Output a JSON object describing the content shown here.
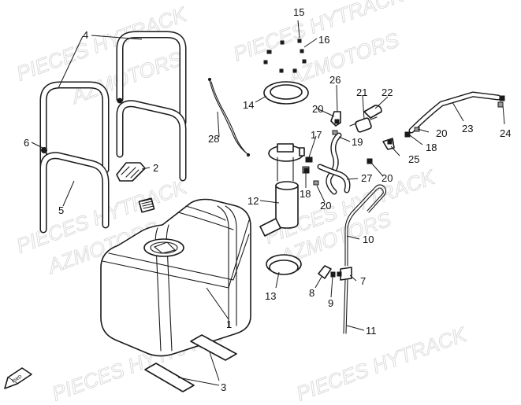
{
  "watermarks": [
    {
      "text": "PIECES HYTRACK"
    },
    {
      "text": "AZMOTORS"
    }
  ],
  "callouts": {
    "p1": "1",
    "p2": "2",
    "p3": "3",
    "p4": "4",
    "p5": "5",
    "p6": "6",
    "p7": "7",
    "p8": "8",
    "p9": "9",
    "p10": "10",
    "p11": "11",
    "p12": "12",
    "p13": "13",
    "p14": "14",
    "p15": "15",
    "p16": "16",
    "p17": "17",
    "p18a": "18",
    "p18b": "18",
    "p19": "19",
    "p20a": "20",
    "p20b": "20",
    "p20c": "20",
    "p20d": "20",
    "p21": "21",
    "p22": "22",
    "p23": "23",
    "p24": "24",
    "p25": "25",
    "p26": "26",
    "p27": "27",
    "p28": "28"
  },
  "fwd_label": "FWD"
}
